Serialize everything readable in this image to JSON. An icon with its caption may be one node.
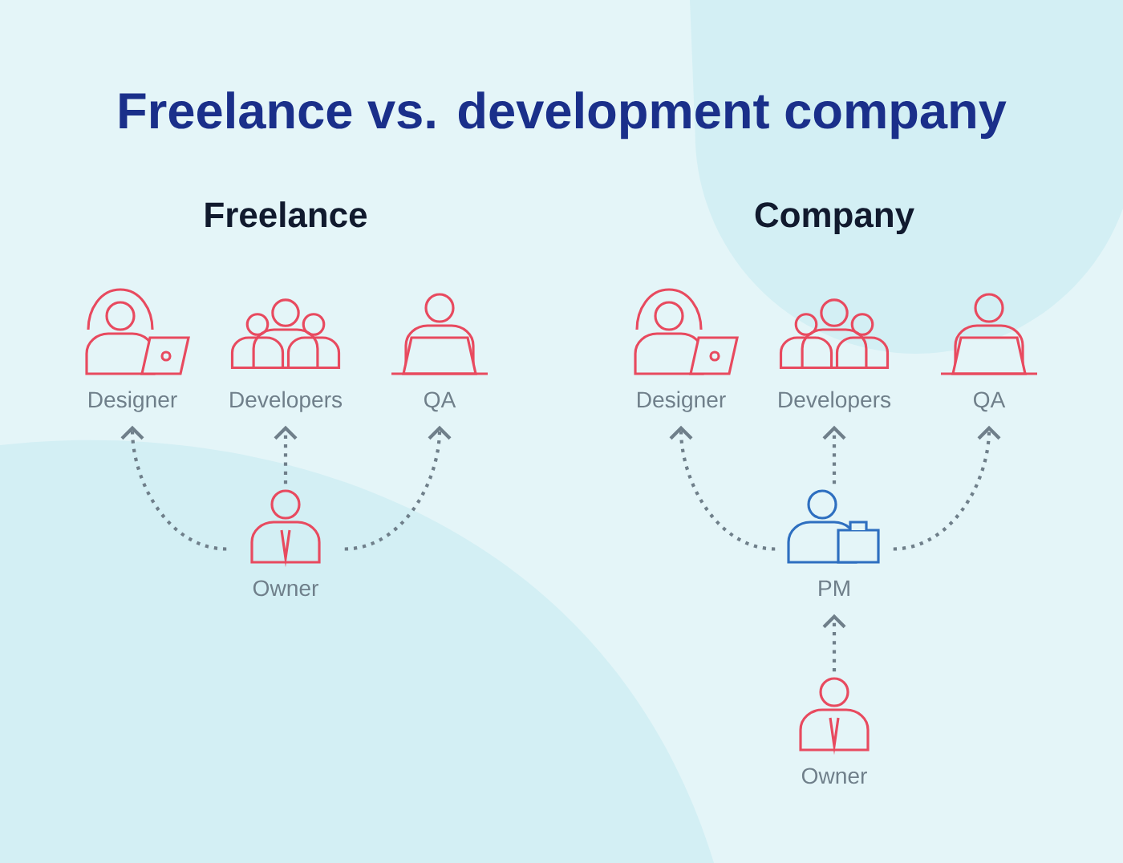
{
  "diagram": {
    "title": "Freelance vs. development company",
    "nodes": [
      {
        "text": [
          "Designer"
        ]
      },
      {
        "text": [
          "Developers"
        ]
      },
      {
        "text": [
          "QA"
        ]
      },
      {
        "text": [
          "Owner"
        ]
      },
      {
        "text": [
          "Designer"
        ]
      },
      {
        "text": [
          "Developers"
        ]
      },
      {
        "text": [
          "QA"
        ]
      },
      {
        "text": [
          "PM"
        ]
      },
      {
        "text": [
          "Owner"
        ]
      }
    ],
    "edges": [
      {
        "from": 3,
        "to": 0,
        "arrow": "to"
      },
      {
        "from": 3,
        "to": 1,
        "arrow": "to"
      },
      {
        "from": 3,
        "to": 2,
        "arrow": "to"
      },
      {
        "from": 7,
        "to": 4,
        "arrow": "to"
      },
      {
        "from": 7,
        "to": 5,
        "arrow": "to"
      },
      {
        "from": 7,
        "to": 6,
        "arrow": "to"
      },
      {
        "from": 8,
        "to": 7,
        "arrow": "to"
      }
    ],
    "labels": [
      "Freelance",
      "Company"
    ]
  }
}
